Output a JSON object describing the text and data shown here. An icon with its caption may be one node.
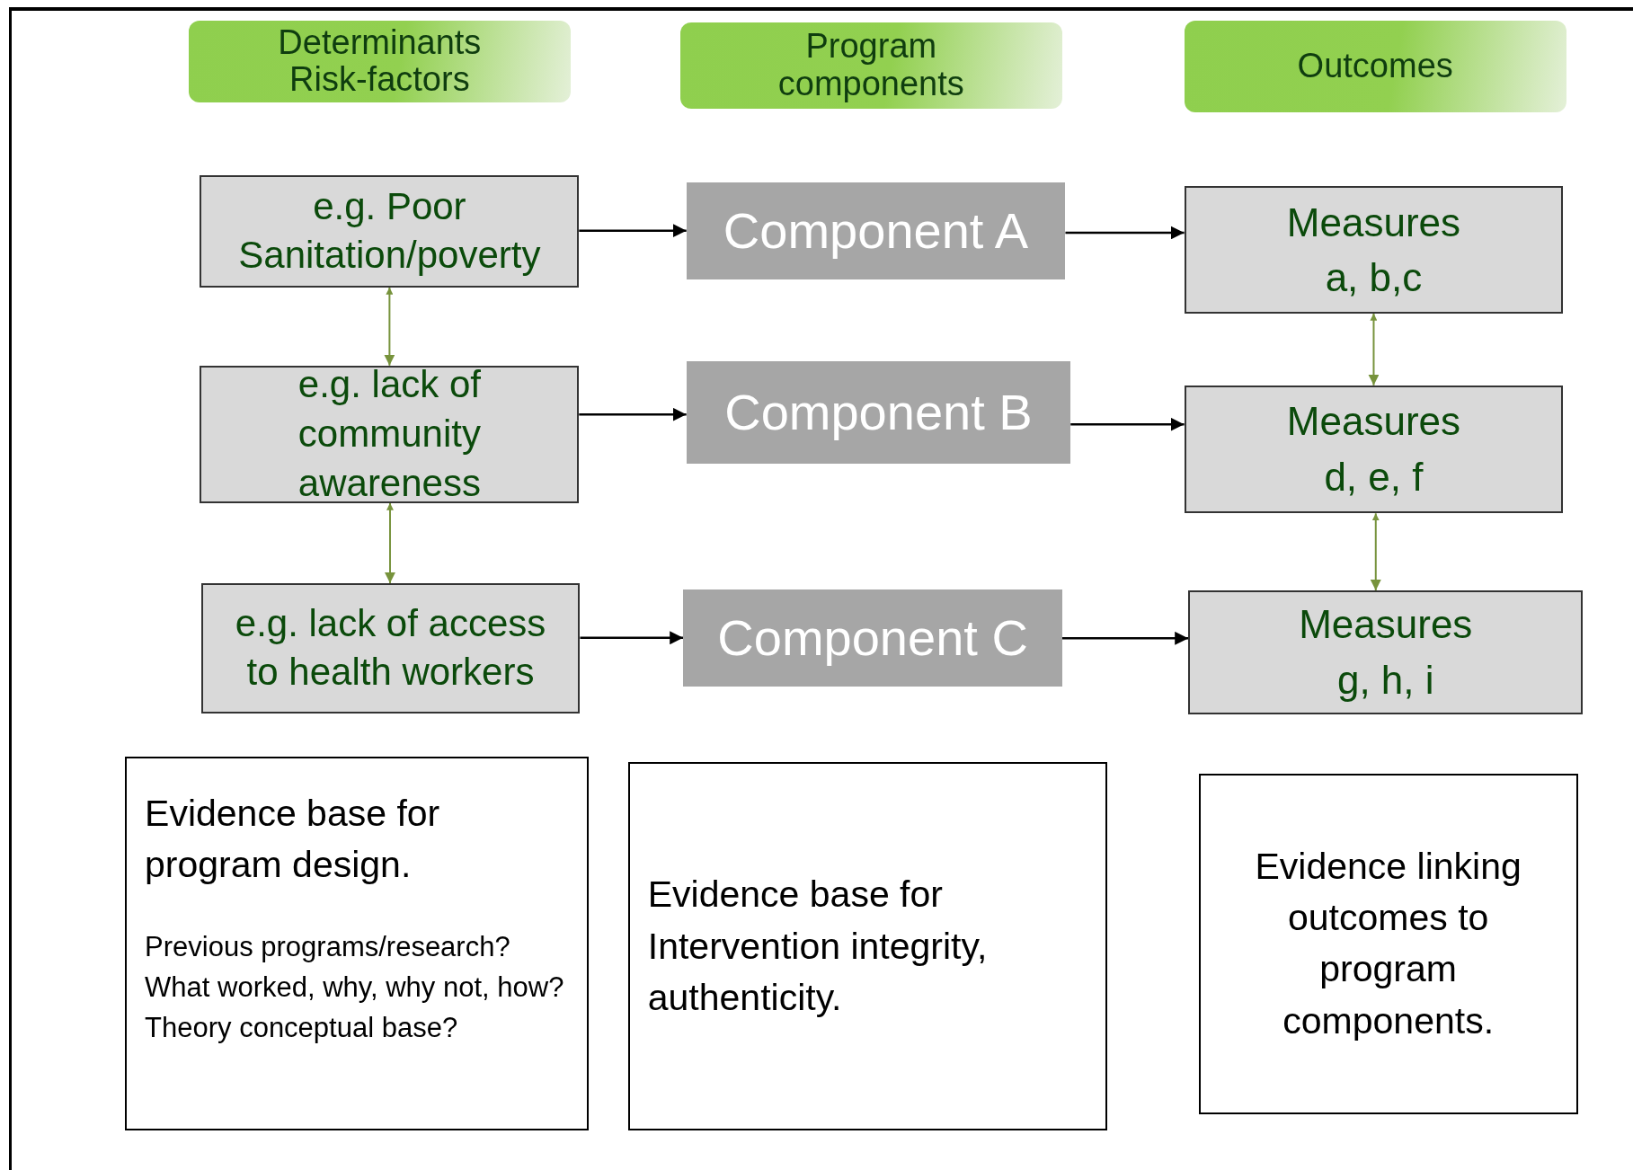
{
  "diagram": {
    "nodes": [
      {
        "text": [
          "Determinants Risk-factors"
        ]
      },
      {
        "text": [
          "Program components"
        ]
      },
      {
        "text": [
          "Outcomes"
        ]
      },
      {
        "text": [
          "e.g. Poor Sanitation/poverty"
        ]
      },
      {
        "text": [
          "Component A"
        ]
      },
      {
        "text": [
          "Measures a, b,c"
        ]
      },
      {
        "text": [
          "e.g. lack of community awareness"
        ]
      },
      {
        "text": [
          "Component B"
        ]
      },
      {
        "text": [
          "Measures d, e, f"
        ]
      },
      {
        "text": [
          "e.g. lack of access to health workers"
        ]
      },
      {
        "text": [
          "Component C"
        ]
      },
      {
        "text": [
          "Measures g, h, i"
        ]
      },
      {
        "text": [
          "Evidence base for program design.",
          "Previous programs/research? What worked, why, why not, how?  Theory conceptual base?"
        ]
      },
      {
        "text": [
          "Evidence base for Intervention integrity, authenticity."
        ]
      },
      {
        "text": [
          "Evidence linking outcomes to program components."
        ]
      }
    ],
    "edges": [
      {
        "from": 3,
        "to": 4,
        "arrow": "to"
      },
      {
        "from": 4,
        "to": 5,
        "arrow": "to"
      },
      {
        "from": 6,
        "to": 7,
        "arrow": "to"
      },
      {
        "from": 7,
        "to": 8,
        "arrow": "to"
      },
      {
        "from": 9,
        "to": 10,
        "arrow": "to"
      },
      {
        "from": 10,
        "to": 11,
        "arrow": "to"
      },
      {
        "from": 3,
        "to": 6,
        "arrow": "both",
        "color": "#77933c"
      },
      {
        "from": 6,
        "to": 9,
        "arrow": "both",
        "color": "#77933c"
      },
      {
        "from": 5,
        "to": 8,
        "arrow": "both",
        "color": "#77933c"
      },
      {
        "from": 8,
        "to": 11,
        "arrow": "both",
        "color": "#77933c"
      }
    ]
  }
}
